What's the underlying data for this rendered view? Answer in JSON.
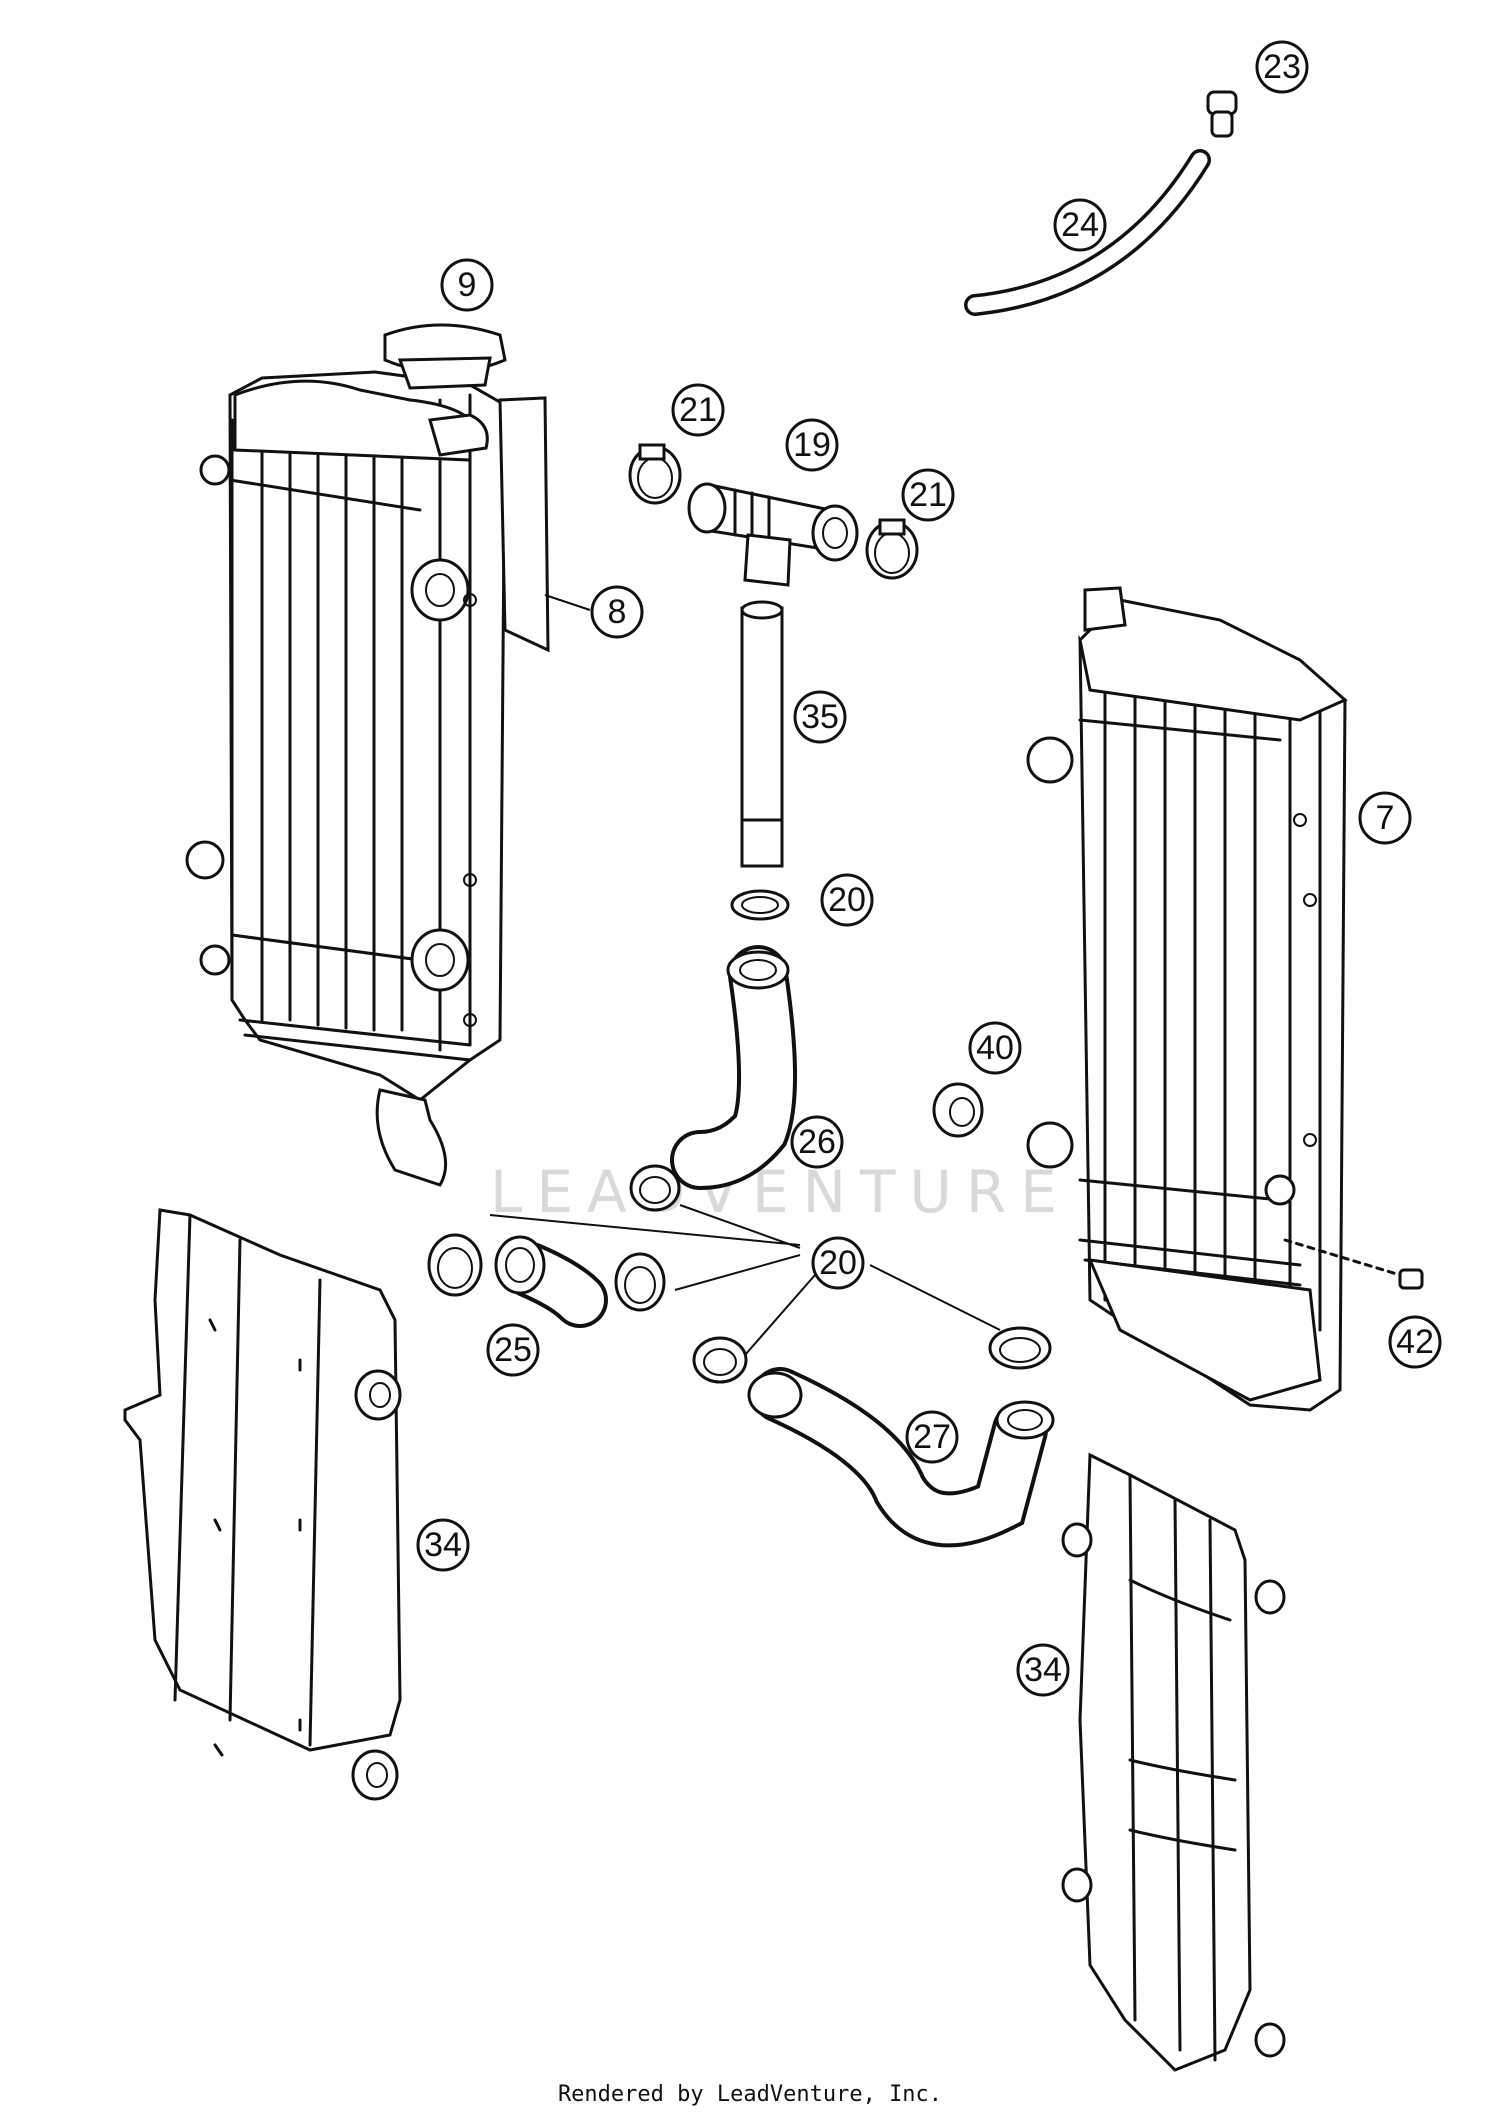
{
  "diagram": {
    "parts": [
      {
        "id": "left-radiator",
        "number": "8"
      },
      {
        "id": "radiator-cap",
        "number": "9"
      },
      {
        "id": "right-radiator",
        "number": "7"
      },
      {
        "id": "t-connector",
        "number": "19"
      },
      {
        "id": "clamp-upper-left",
        "number": "21"
      },
      {
        "id": "clamp-upper-right",
        "number": "21"
      },
      {
        "id": "breather-fitting",
        "number": "23"
      },
      {
        "id": "breather-hose",
        "number": "24"
      },
      {
        "id": "connecting-pipe",
        "number": "35"
      },
      {
        "id": "clamp-pipe",
        "number": "20"
      },
      {
        "id": "hose-26",
        "number": "26"
      },
      {
        "id": "grommet",
        "number": "40"
      },
      {
        "id": "clamp-group",
        "number": "20"
      },
      {
        "id": "hose-25",
        "number": "25"
      },
      {
        "id": "hose-27",
        "number": "27"
      },
      {
        "id": "screw",
        "number": "42"
      },
      {
        "id": "left-louver",
        "number": "34"
      },
      {
        "id": "right-louver",
        "number": "34"
      }
    ],
    "watermark": "LEADVENTURE",
    "footer": "Rendered by LeadVenture, Inc."
  }
}
